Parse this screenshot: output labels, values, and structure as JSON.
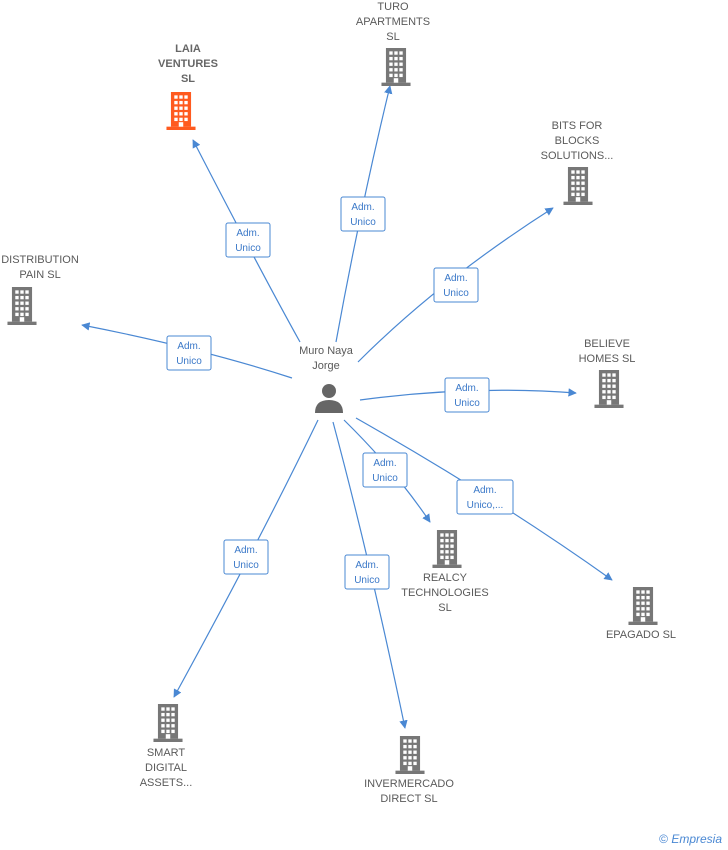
{
  "center": {
    "label": "Muro Naya\nJorge",
    "icon": "person-icon"
  },
  "colors": {
    "edge": "#4a88d3",
    "building": "#777777",
    "highlight": "#ff5a1f"
  },
  "companies": [
    {
      "id": "laia",
      "label": "LAIA\nVENTURES\nSL",
      "highlight": true,
      "role": "Adm.\nUnico"
    },
    {
      "id": "turo",
      "label": "TURO\nAPARTMENTS\nSL",
      "highlight": false,
      "role": "Adm.\nUnico"
    },
    {
      "id": "bits",
      "label": "BITS FOR\nBLOCKS\nSOLUTIONS...",
      "highlight": false,
      "role": "Adm.\nUnico"
    },
    {
      "id": "distribution",
      "label": "DISTRIBUTION\nPAIN  SL",
      "highlight": false,
      "role": "Adm.\nUnico"
    },
    {
      "id": "believe",
      "label": "BELIEVE\nHOMES  SL",
      "highlight": false,
      "role": "Adm.\nUnico"
    },
    {
      "id": "realcy",
      "label": "REALCY\nTECHNOLOGIES\nSL",
      "highlight": false,
      "role": "Adm.\nUnico"
    },
    {
      "id": "epagado",
      "label": "EPAGADO SL",
      "highlight": false,
      "role": "Adm.\nUnico,..."
    },
    {
      "id": "smart",
      "label": "SMART\nDIGITAL\nASSETS...",
      "highlight": false,
      "role": "Adm.\nUnico"
    },
    {
      "id": "invermercado",
      "label": "INVERMERCADO\nDIRECT  SL",
      "highlight": false,
      "role": "Adm.\nUnico"
    }
  ],
  "footer": {
    "symbol": "©",
    "brand": "Empresia"
  }
}
